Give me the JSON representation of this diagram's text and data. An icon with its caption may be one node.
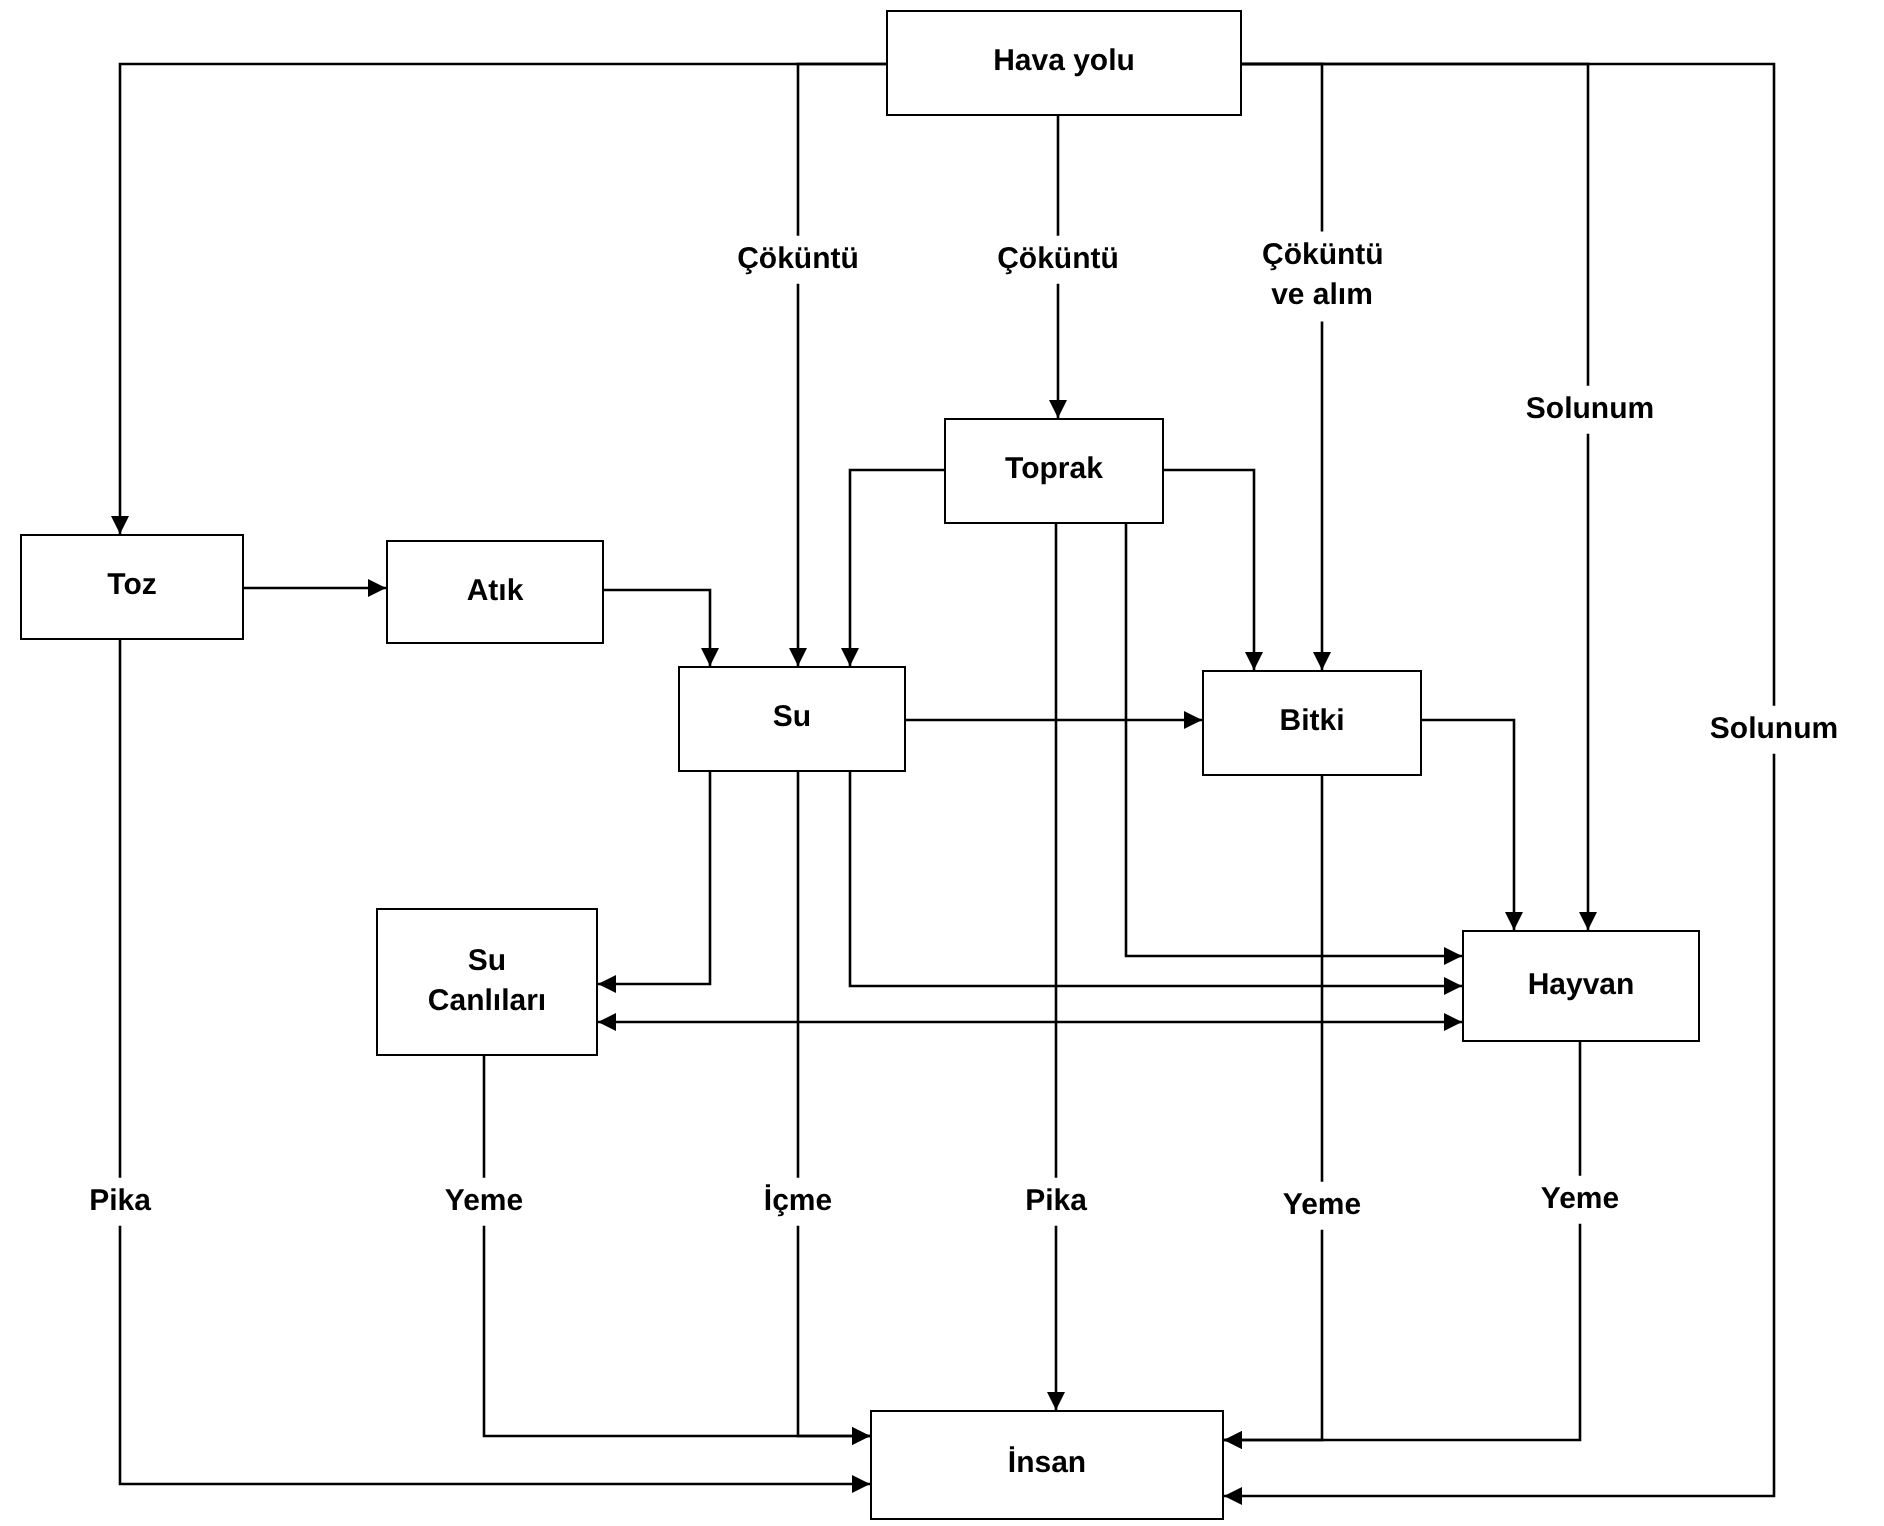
{
  "diagram": {
    "nodes": [
      {
        "text": [
          "Hava yolu"
        ]
      },
      {
        "text": [
          "Toz"
        ]
      },
      {
        "text": [
          "Atık"
        ]
      },
      {
        "text": [
          "Toprak"
        ]
      },
      {
        "text": [
          "Su"
        ]
      },
      {
        "text": [
          "Bitki"
        ]
      },
      {
        "text": [
          "Su Canlıları"
        ]
      },
      {
        "text": [
          "Hayvan"
        ]
      },
      {
        "text": [
          "İnsan"
        ]
      }
    ],
    "edges": [
      {
        "from": 0,
        "to": 1,
        "arrow": "to"
      },
      {
        "from": 0,
        "to": 4,
        "arrow": "to",
        "label": "Çöküntü"
      },
      {
        "from": 0,
        "to": 3,
        "arrow": "to",
        "label": "Çöküntü"
      },
      {
        "from": 0,
        "to": 5,
        "arrow": "to",
        "label": "Çöküntü ve alım"
      },
      {
        "from": 0,
        "to": 7,
        "arrow": "to",
        "label": "Solunum"
      },
      {
        "from": 0,
        "to": 8,
        "arrow": "to",
        "label": "Solunum"
      },
      {
        "from": 1,
        "to": 2,
        "arrow": "to"
      },
      {
        "from": 2,
        "to": 4,
        "arrow": "to"
      },
      {
        "from": 3,
        "to": 4,
        "arrow": "to"
      },
      {
        "from": 3,
        "to": 5,
        "arrow": "to"
      },
      {
        "from": 3,
        "to": 7,
        "arrow": "to"
      },
      {
        "from": 3,
        "to": 8,
        "arrow": "to",
        "label": "Pika"
      },
      {
        "from": 4,
        "to": 5,
        "arrow": "to"
      },
      {
        "from": 4,
        "to": 6,
        "arrow": "to"
      },
      {
        "from": 4,
        "to": 7,
        "arrow": "to"
      },
      {
        "from": 4,
        "to": 8,
        "arrow": "to",
        "label": "İçme"
      },
      {
        "from": 6,
        "to": 7,
        "arrow": "both"
      },
      {
        "from": 5,
        "to": 7,
        "arrow": "to"
      },
      {
        "from": 5,
        "to": 8,
        "arrow": "to",
        "label": "Yeme"
      },
      {
        "from": 7,
        "to": 8,
        "arrow": "to",
        "label": "Yeme"
      },
      {
        "from": 6,
        "to": 8,
        "arrow": "to",
        "label": "Yeme"
      },
      {
        "from": 1,
        "to": 8,
        "arrow": "to",
        "label": "Pika"
      }
    ]
  }
}
